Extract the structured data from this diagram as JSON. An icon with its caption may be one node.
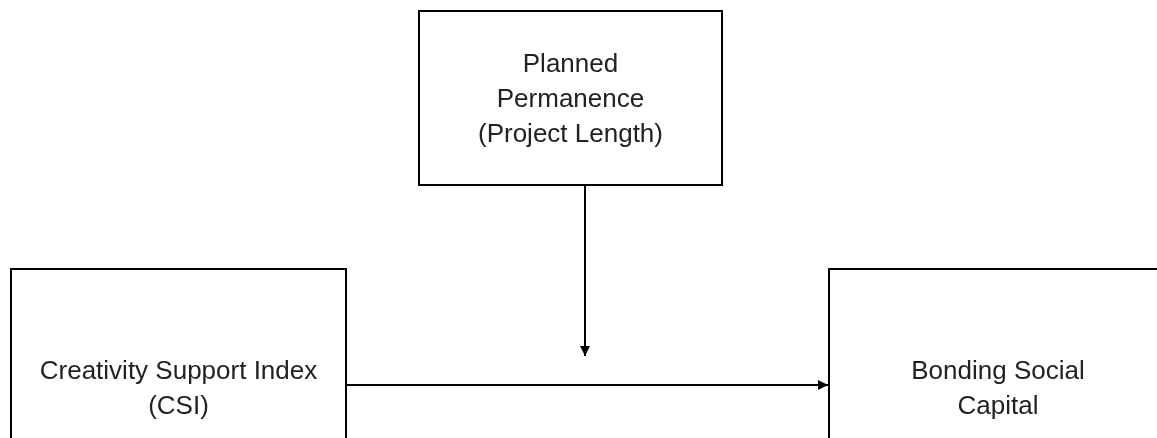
{
  "diagram": {
    "nodes": [
      {
        "text": [
          "Planned Permanence (Project Length)"
        ]
      },
      {
        "text": [
          "Creativity Support Index (CSI)"
        ]
      },
      {
        "text": [
          "Bonding Social Capital"
        ]
      }
    ],
    "edges": [
      {
        "from": 1,
        "to": 2,
        "arrow": "to"
      },
      {
        "from": 0,
        "to": null,
        "arrow": "to"
      }
    ]
  }
}
